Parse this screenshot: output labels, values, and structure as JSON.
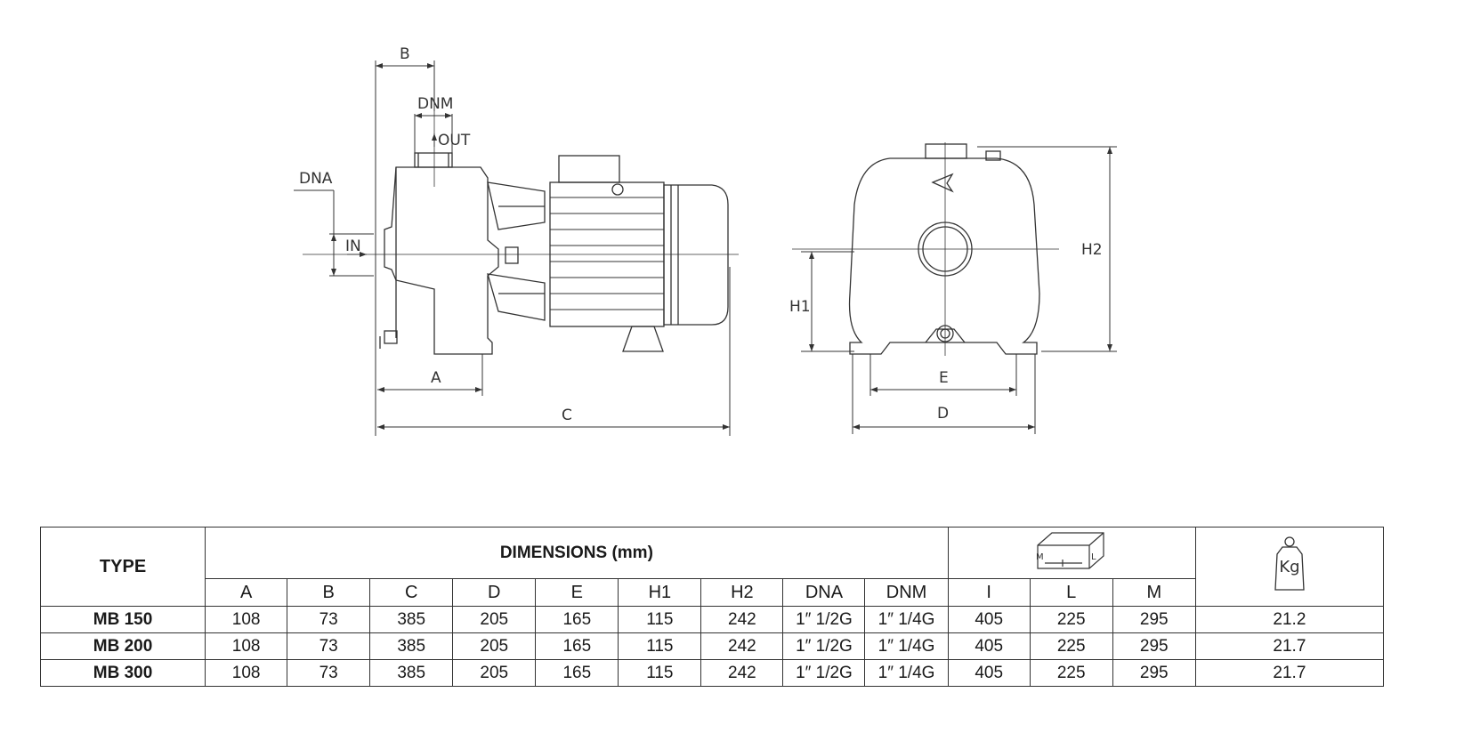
{
  "drawing": {
    "side_view_labels": {
      "B": "B",
      "DNM": "DNM",
      "OUT": "OUT",
      "DNA": "DNA",
      "IN": "IN",
      "A": "A",
      "C": "C"
    },
    "front_view_labels": {
      "H2": "H2",
      "H1": "H1",
      "E": "E",
      "D": "D"
    }
  },
  "table": {
    "type_header": "TYPE",
    "dimensions_header": "DIMENSIONS",
    "dimensions_unit": "(mm)",
    "box_icon_labels": {
      "M": "M",
      "L": "L"
    },
    "weight_icon_label": "Kg",
    "columns": [
      "A",
      "B",
      "C",
      "D",
      "E",
      "H1",
      "H2",
      "DNA",
      "DNM",
      "I",
      "L",
      "M"
    ],
    "rows": [
      {
        "type": "MB 150",
        "values": [
          "108",
          "73",
          "385",
          "205",
          "165",
          "115",
          "242",
          "1″ 1/2G",
          "1″ 1/4G",
          "405",
          "225",
          "295"
        ],
        "weight": "21.2"
      },
      {
        "type": "MB 200",
        "values": [
          "108",
          "73",
          "385",
          "205",
          "165",
          "115",
          "242",
          "1″ 1/2G",
          "1″ 1/4G",
          "405",
          "225",
          "295"
        ],
        "weight": "21.7"
      },
      {
        "type": "MB 300",
        "values": [
          "108",
          "73",
          "385",
          "205",
          "165",
          "115",
          "242",
          "1″ 1/2G",
          "1″ 1/4G",
          "405",
          "225",
          "295"
        ],
        "weight": "21.7"
      }
    ]
  }
}
